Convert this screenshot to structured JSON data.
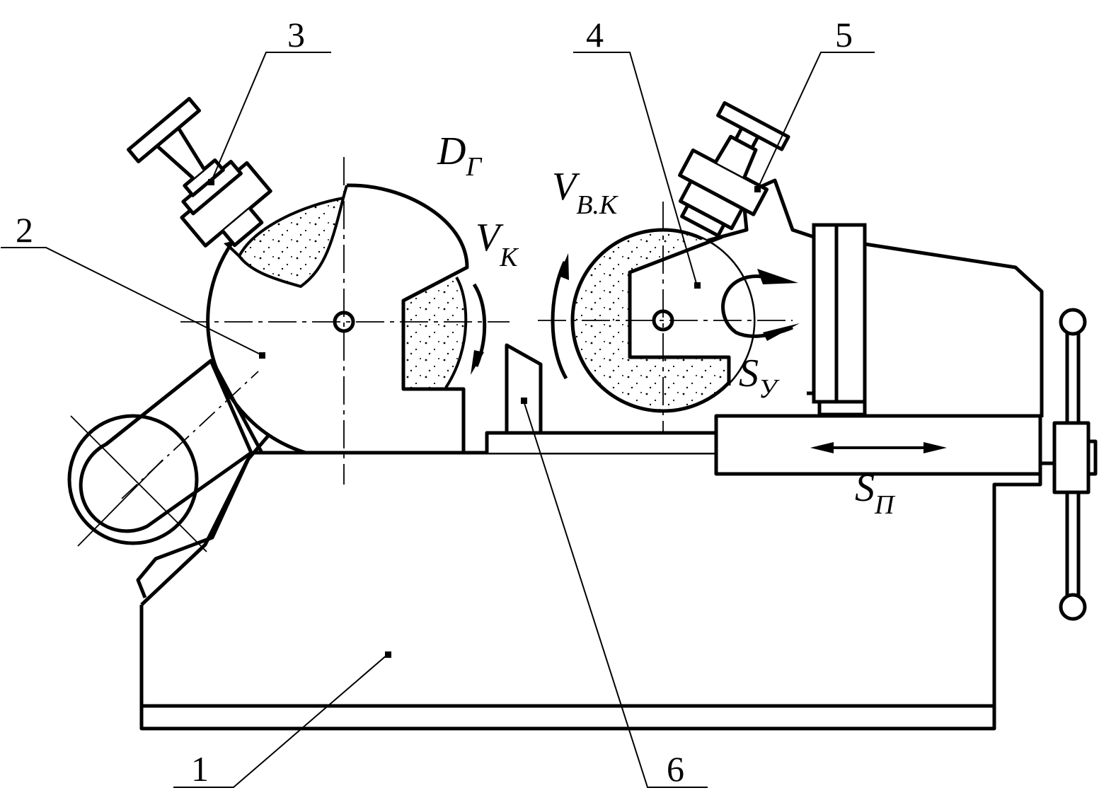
{
  "diagram": {
    "labels": {
      "bed": "1",
      "grinding_head": "2",
      "dresser_left": "3",
      "workpiece_head": "4",
      "dresser_right": "5",
      "work_rest": "6"
    },
    "symbols": {
      "dg": {
        "main": "D",
        "sub": "Г"
      },
      "vk": {
        "main": "V",
        "sub": "К"
      },
      "vvk": {
        "main": "V",
        "sub": "В.К"
      },
      "sy": {
        "main": "S",
        "sub": "У"
      },
      "sp": {
        "main": "S",
        "sub": "П"
      }
    },
    "colors": {
      "line": "#000000",
      "background": "#ffffff"
    }
  }
}
